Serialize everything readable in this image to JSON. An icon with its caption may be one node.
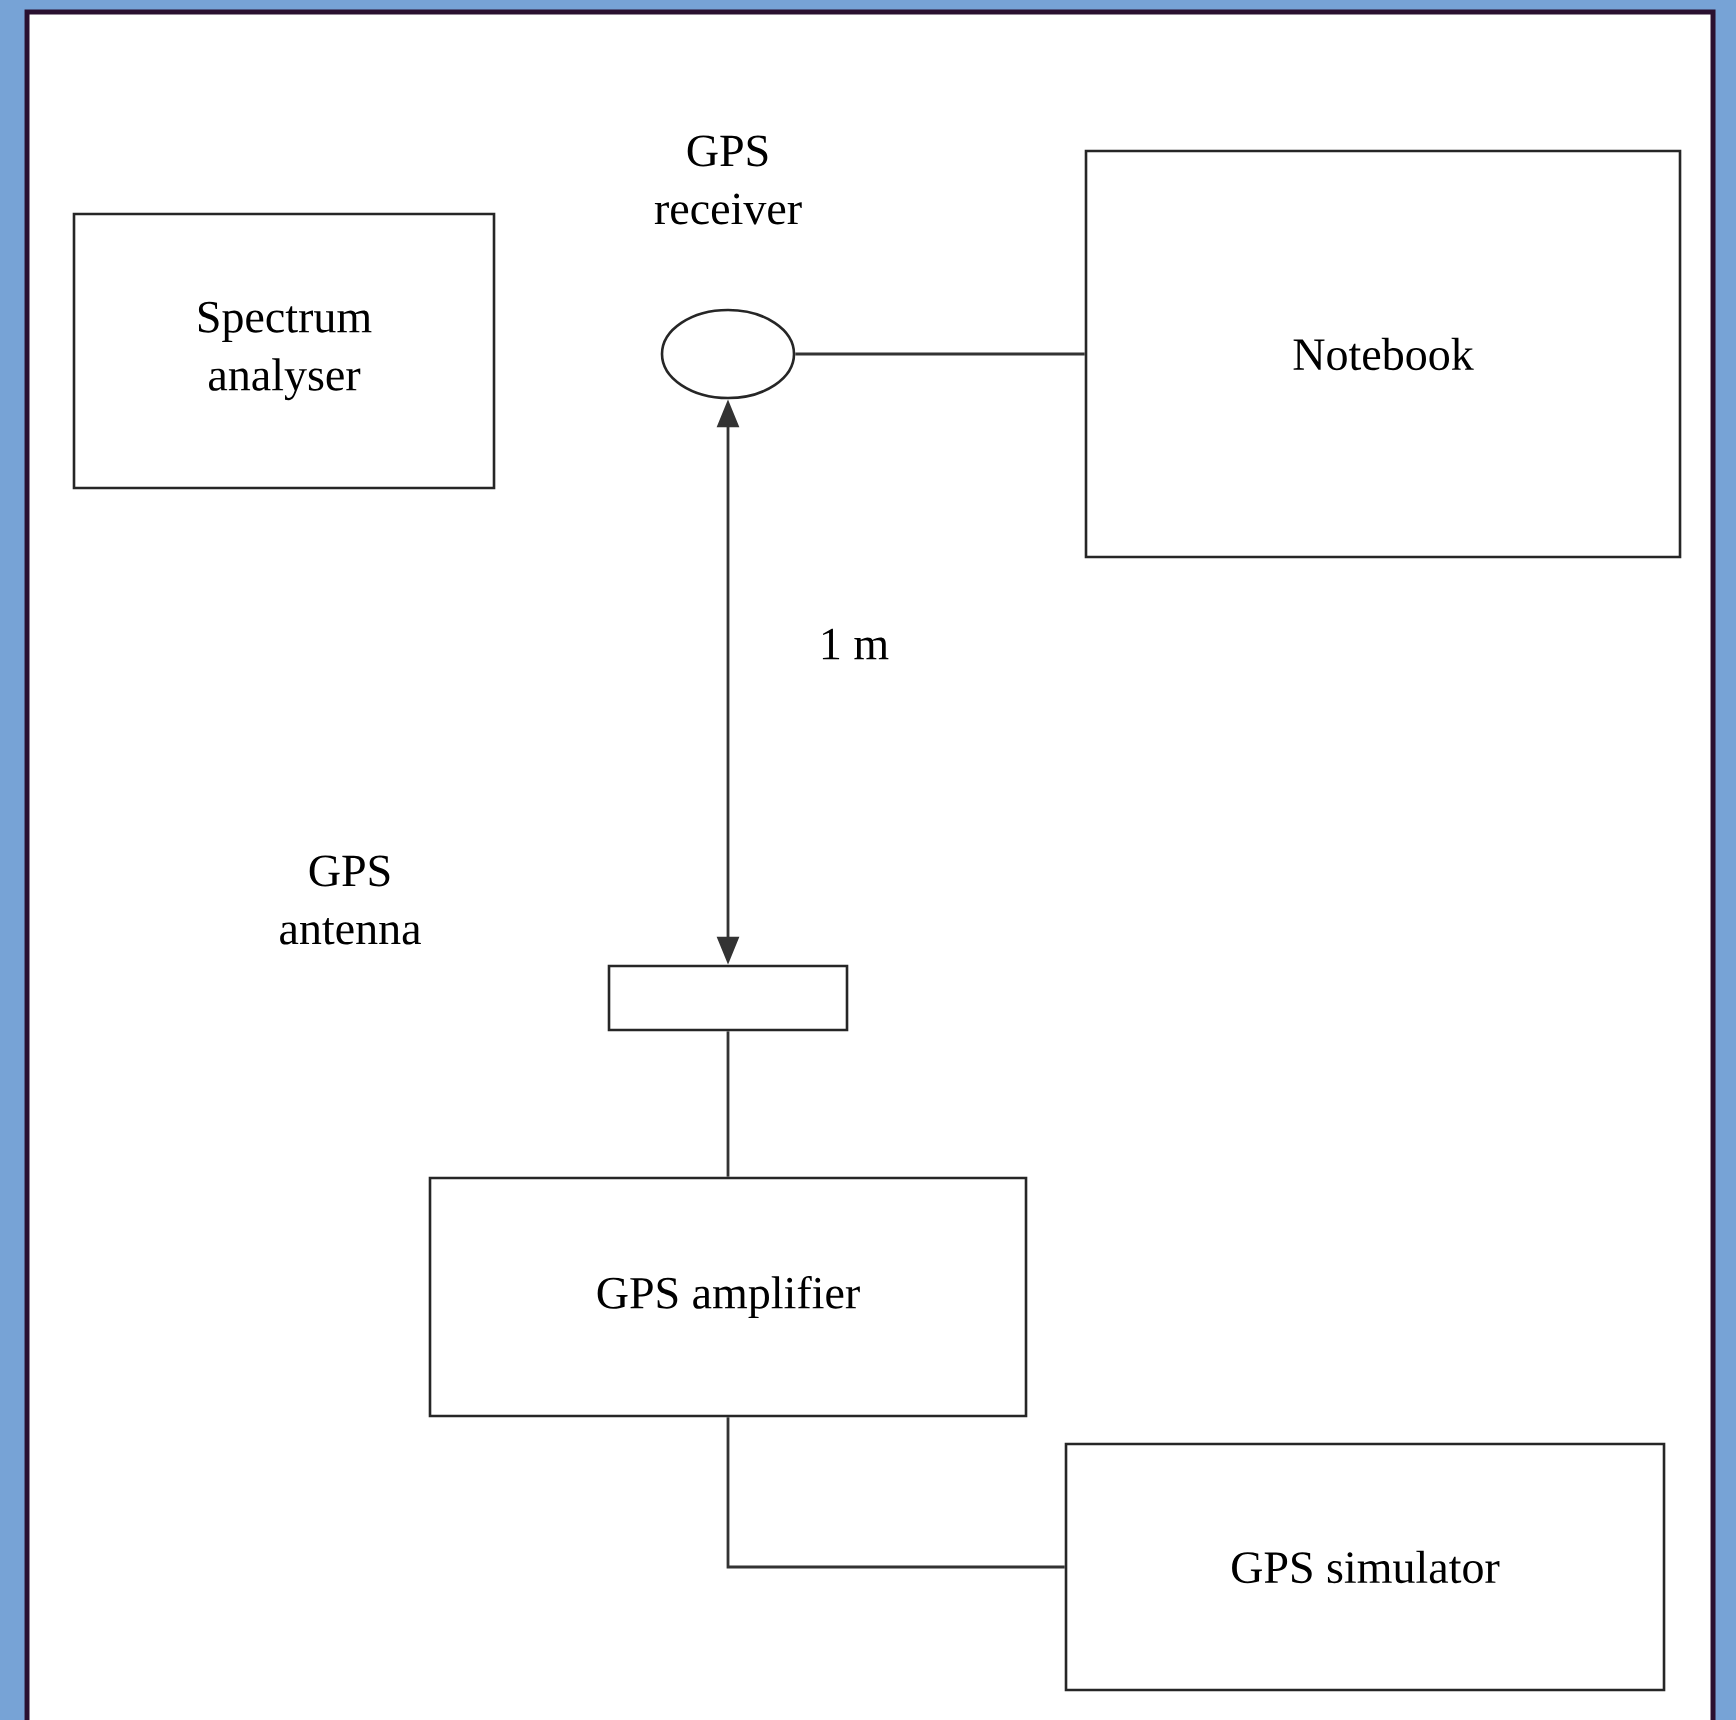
{
  "diagram": {
    "nodes": [
      {
        "text": [
          "Spectrum analyser"
        ]
      },
      {
        "text": [
          "GPS receiver"
        ]
      },
      {
        "text": [
          "Notebook"
        ]
      },
      {
        "text": [
          "GPS antenna"
        ]
      },
      {
        "text": [
          "GPS amplifier"
        ]
      },
      {
        "text": [
          "GPS simulator"
        ]
      }
    ],
    "edges": [
      {
        "from": 1,
        "to": 2,
        "arrow": "none"
      },
      {
        "from": 1,
        "to": 3,
        "arrow": "both",
        "label": "1 m"
      },
      {
        "from": 3,
        "to": 4,
        "arrow": "none"
      },
      {
        "from": 4,
        "to": 5,
        "arrow": "none"
      }
    ]
  }
}
